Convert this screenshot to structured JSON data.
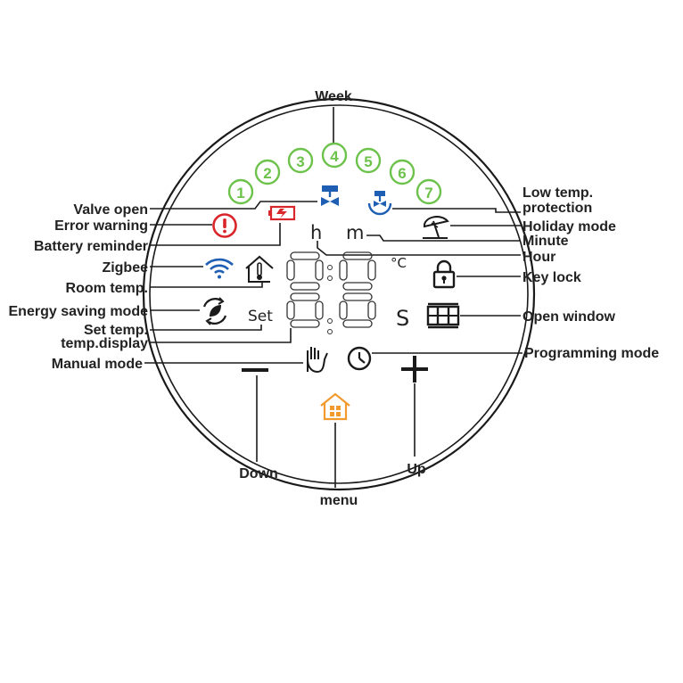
{
  "labels": {
    "week": "Week",
    "valve_open": "Valve open",
    "error_warning": "Error warning",
    "battery_reminder": "Battery reminder",
    "zigbee": "Zigbee",
    "room_temp": "Room temp.",
    "energy_saving_mode": "Energy saving mode",
    "set_temp": "Set temp.",
    "temp_display": "temp.display",
    "manual_mode": "Manual mode",
    "down": "Down",
    "menu": "menu",
    "up": "Up",
    "low_temp_protection_line1": "Low temp.",
    "low_temp_protection_line2": "protection",
    "holiday_mode": "Holiday mode",
    "minute": "Minute",
    "hour": "Hour",
    "key_lock": "Key lock",
    "open_window": "Open window",
    "programming_mode": "Programming mode"
  },
  "display": {
    "week_days": [
      "1",
      "2",
      "3",
      "4",
      "5",
      "6",
      "7"
    ],
    "hour_glyph": "h",
    "minute_glyph": "m",
    "set_text": "Set",
    "degree_c": "°C",
    "seconds_glyph": "S"
  },
  "colors": {
    "week_green": "#6cc24a",
    "icon_blue": "#1f5fb3",
    "error_red": "#d9262b",
    "menu_orange": "#f29a2e"
  },
  "icons": {
    "valve": "valve-icon",
    "low_temp": "snowflake-valve-icon",
    "error": "exclamation-circle-icon",
    "battery": "battery-icon",
    "wifi": "wifi-icon",
    "room": "house-thermometer-icon",
    "holiday": "beach-umbrella-icon",
    "lock": "lock-icon",
    "window": "window-icon",
    "eco": "leaf-cycle-icon",
    "hand": "hand-icon",
    "clock": "clock-icon",
    "minus": "minus-icon",
    "plus": "plus-icon",
    "menu": "home-menu-icon"
  }
}
